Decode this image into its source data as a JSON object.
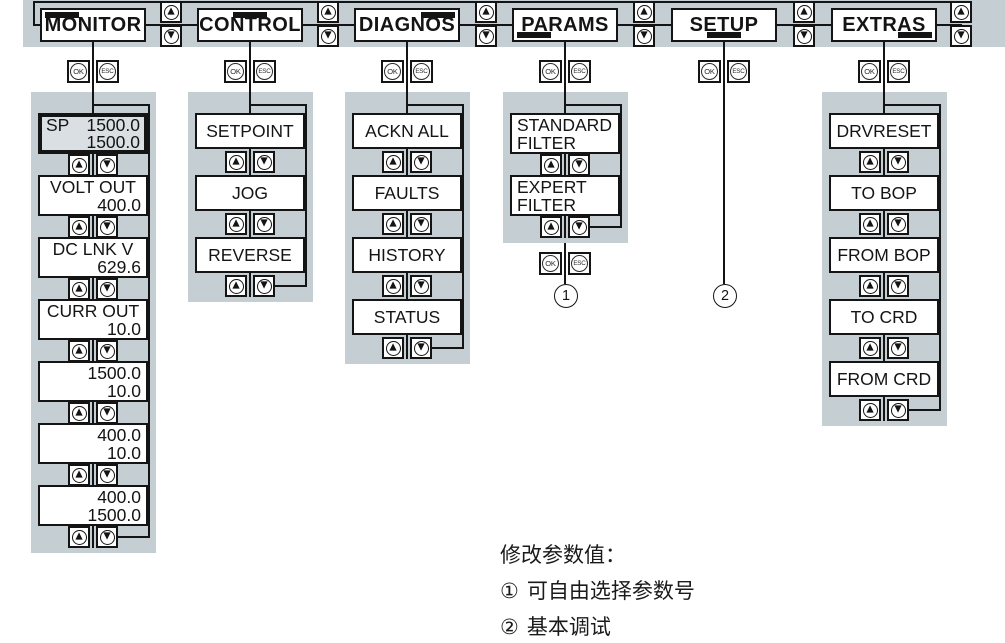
{
  "icons": {
    "up": "▲",
    "down": "▼"
  },
  "buttons": {
    "ok": "OK",
    "esc": "ESC"
  },
  "menus": {
    "monitor": {
      "label": "MONITOR",
      "indicator_pos": "top-left"
    },
    "control": {
      "label": "CONTROL",
      "indicator_pos": "top-center"
    },
    "diagnos": {
      "label": "DIAGNOS",
      "indicator_pos": "top-right"
    },
    "params": {
      "label": "PARAMS",
      "indicator_pos": "bottom-left"
    },
    "setup": {
      "label": "SETUP",
      "indicator_pos": "bottom-center"
    },
    "extras": {
      "label": "EXTRAS",
      "indicator_pos": "bottom-right"
    }
  },
  "monitor": {
    "items": [
      {
        "label": "SP",
        "value": "1500.0",
        "value2": "1500.0",
        "selected": true
      },
      {
        "label": "VOLT OUT",
        "value2": "400.0"
      },
      {
        "label": "DC LNK V",
        "value2": "629.6"
      },
      {
        "label": "CURR OUT",
        "value2": "10.0"
      },
      {
        "value": "1500.0",
        "value2": "10.0"
      },
      {
        "value": "400.0",
        "value2": "10.0"
      },
      {
        "value": "400.0",
        "value2": "1500.0"
      }
    ]
  },
  "control": {
    "items": [
      {
        "label": "SETPOINT"
      },
      {
        "label": "JOG"
      },
      {
        "label": "REVERSE"
      }
    ]
  },
  "diagnos": {
    "items": [
      {
        "label": "ACKN ALL"
      },
      {
        "label": "FAULTS"
      },
      {
        "label": "HISTORY"
      },
      {
        "label": "STATUS"
      }
    ]
  },
  "params": {
    "items": [
      {
        "line1": "STANDARD",
        "line2": "FILTER"
      },
      {
        "line1": "EXPERT",
        "line2": "FILTER"
      }
    ],
    "ref": "1"
  },
  "setup": {
    "ref": "2"
  },
  "extras": {
    "items": [
      {
        "label": "DRVRESET"
      },
      {
        "label": "TO BOP"
      },
      {
        "label": "FROM BOP"
      },
      {
        "label": "TO CRD"
      },
      {
        "label": "FROM CRD"
      }
    ]
  },
  "notes": {
    "title": "修改参数值：",
    "lines": [
      {
        "ref": "①",
        "text": "可自由选择参数号"
      },
      {
        "ref": "②",
        "text": "基本调试"
      }
    ]
  },
  "colors": {
    "panel_bg": "#c4ced3",
    "selected_item_bg": "#dadfe3",
    "line": "#141414",
    "box_bg": "#ffffff"
  }
}
